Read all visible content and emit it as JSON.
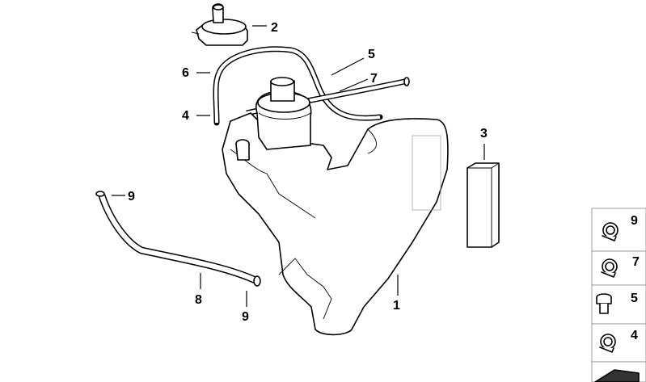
{
  "diagram": {
    "callouts": [
      {
        "id": "c2",
        "label": "2"
      },
      {
        "id": "c5",
        "label": "5"
      },
      {
        "id": "c6",
        "label": "6"
      },
      {
        "id": "c7",
        "label": "7"
      },
      {
        "id": "c4",
        "label": "4"
      },
      {
        "id": "c3",
        "label": "3"
      },
      {
        "id": "c9a",
        "label": "9"
      },
      {
        "id": "c8",
        "label": "8"
      },
      {
        "id": "c9b",
        "label": "9"
      },
      {
        "id": "c1",
        "label": "1"
      }
    ]
  },
  "legend": {
    "items": [
      {
        "label": "9",
        "icon": "hose-clamp-icon"
      },
      {
        "label": "7",
        "icon": "hose-clamp-icon"
      },
      {
        "label": "5",
        "icon": "screw-icon"
      },
      {
        "label": "4",
        "icon": "hose-clamp-icon"
      }
    ]
  }
}
